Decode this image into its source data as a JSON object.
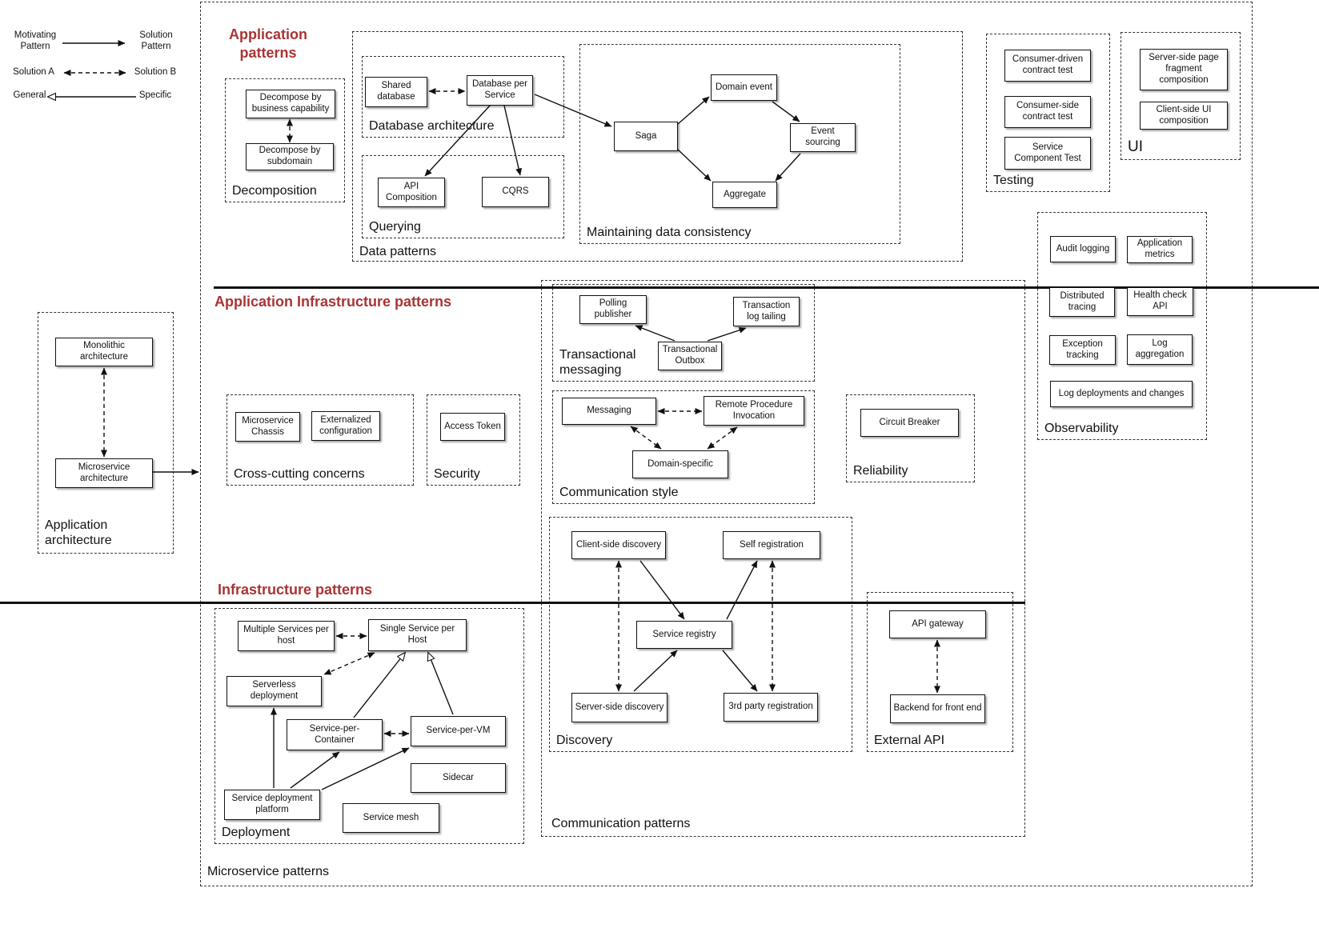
{
  "colors": {
    "heading": "#a93434",
    "line": "#111111",
    "box_fill": "#ffffff"
  },
  "headings": {
    "application_patterns": "Application patterns",
    "application_infrastructure": "Application Infrastructure patterns",
    "infrastructure": "Infrastructure patterns"
  },
  "legend": {
    "motivating": "Motivating Pattern",
    "solution_pattern": "Solution Pattern",
    "solution_a": "Solution A",
    "solution_b": "Solution B",
    "general": "General",
    "specific": "Specific"
  },
  "groups": {
    "microservice_patterns": "Microservice patterns",
    "decomposition": "Decomposition",
    "data_patterns": "Data patterns",
    "database_architecture": "Database architecture",
    "querying": "Querying",
    "maintaining": "Maintaining data consistency",
    "testing": "Testing",
    "ui": "UI",
    "observability": "Observability",
    "communication_patterns": "Communication patterns",
    "transactional_messaging": "Transactional messaging",
    "cross_cutting": "Cross-cutting concerns",
    "security": "Security",
    "communication_style": "Communication style",
    "reliability": "Reliability",
    "application_architecture": "Application architecture",
    "deployment": "Deployment",
    "discovery": "Discovery",
    "external_api": "External API"
  },
  "nodes": {
    "decompose_business": "Decompose by business capability",
    "decompose_subdomain": "Decompose by subdomain",
    "shared_database": "Shared database",
    "database_per_service": "Database per Service",
    "api_composition": "API Composition",
    "cqrs": "CQRS",
    "domain_event": "Domain event",
    "saga": "Saga",
    "event_sourcing": "Event sourcing",
    "aggregate": "Aggregate",
    "consumer_driven": "Consumer-driven contract test",
    "consumer_side": "Consumer-side contract test",
    "service_component": "Service Component Test",
    "server_side_page": "Server-side page fragment composition",
    "client_side_ui": "Client-side UI composition",
    "audit_logging": "Audit logging",
    "application_metrics": "Application metrics",
    "distributed_tracing": "Distributed tracing",
    "health_check": "Health check API",
    "exception_tracking": "Exception tracking",
    "log_aggregation": "Log aggregation",
    "log_deployments": "Log deployments and changes",
    "polling_publisher": "Polling publisher",
    "transaction_log_tailing": "Transaction log tailing",
    "transactional_outbox": "Transactional Outbox",
    "microservice_chassis": "Microservice Chassis",
    "externalized_config": "Externalized configuration",
    "access_token": "Access Token",
    "messaging": "Messaging",
    "rpi": "Remote Procedure Invocation",
    "domain_specific": "Domain-specific",
    "circuit_breaker": "Circuit Breaker",
    "monolithic": "Monolithic architecture",
    "microservice_arch": "Microservice architecture",
    "multiple_services": "Multiple Services per host",
    "single_service_host": "Single Service per Host",
    "serverless": "Serverless deployment",
    "service_per_container": "Service-per-Container",
    "service_per_vm": "Service-per-VM",
    "sidecar": "Sidecar",
    "service_deployment_platform": "Service deployment platform",
    "service_mesh": "Service mesh",
    "client_side_discovery": "Client-side discovery",
    "self_registration": "Self registration",
    "service_registry": "Service registry",
    "server_side_discovery": "Server-side discovery",
    "third_party_registration": "3rd party registration",
    "api_gateway": "API gateway",
    "backend_front_end": "Backend for front end"
  }
}
